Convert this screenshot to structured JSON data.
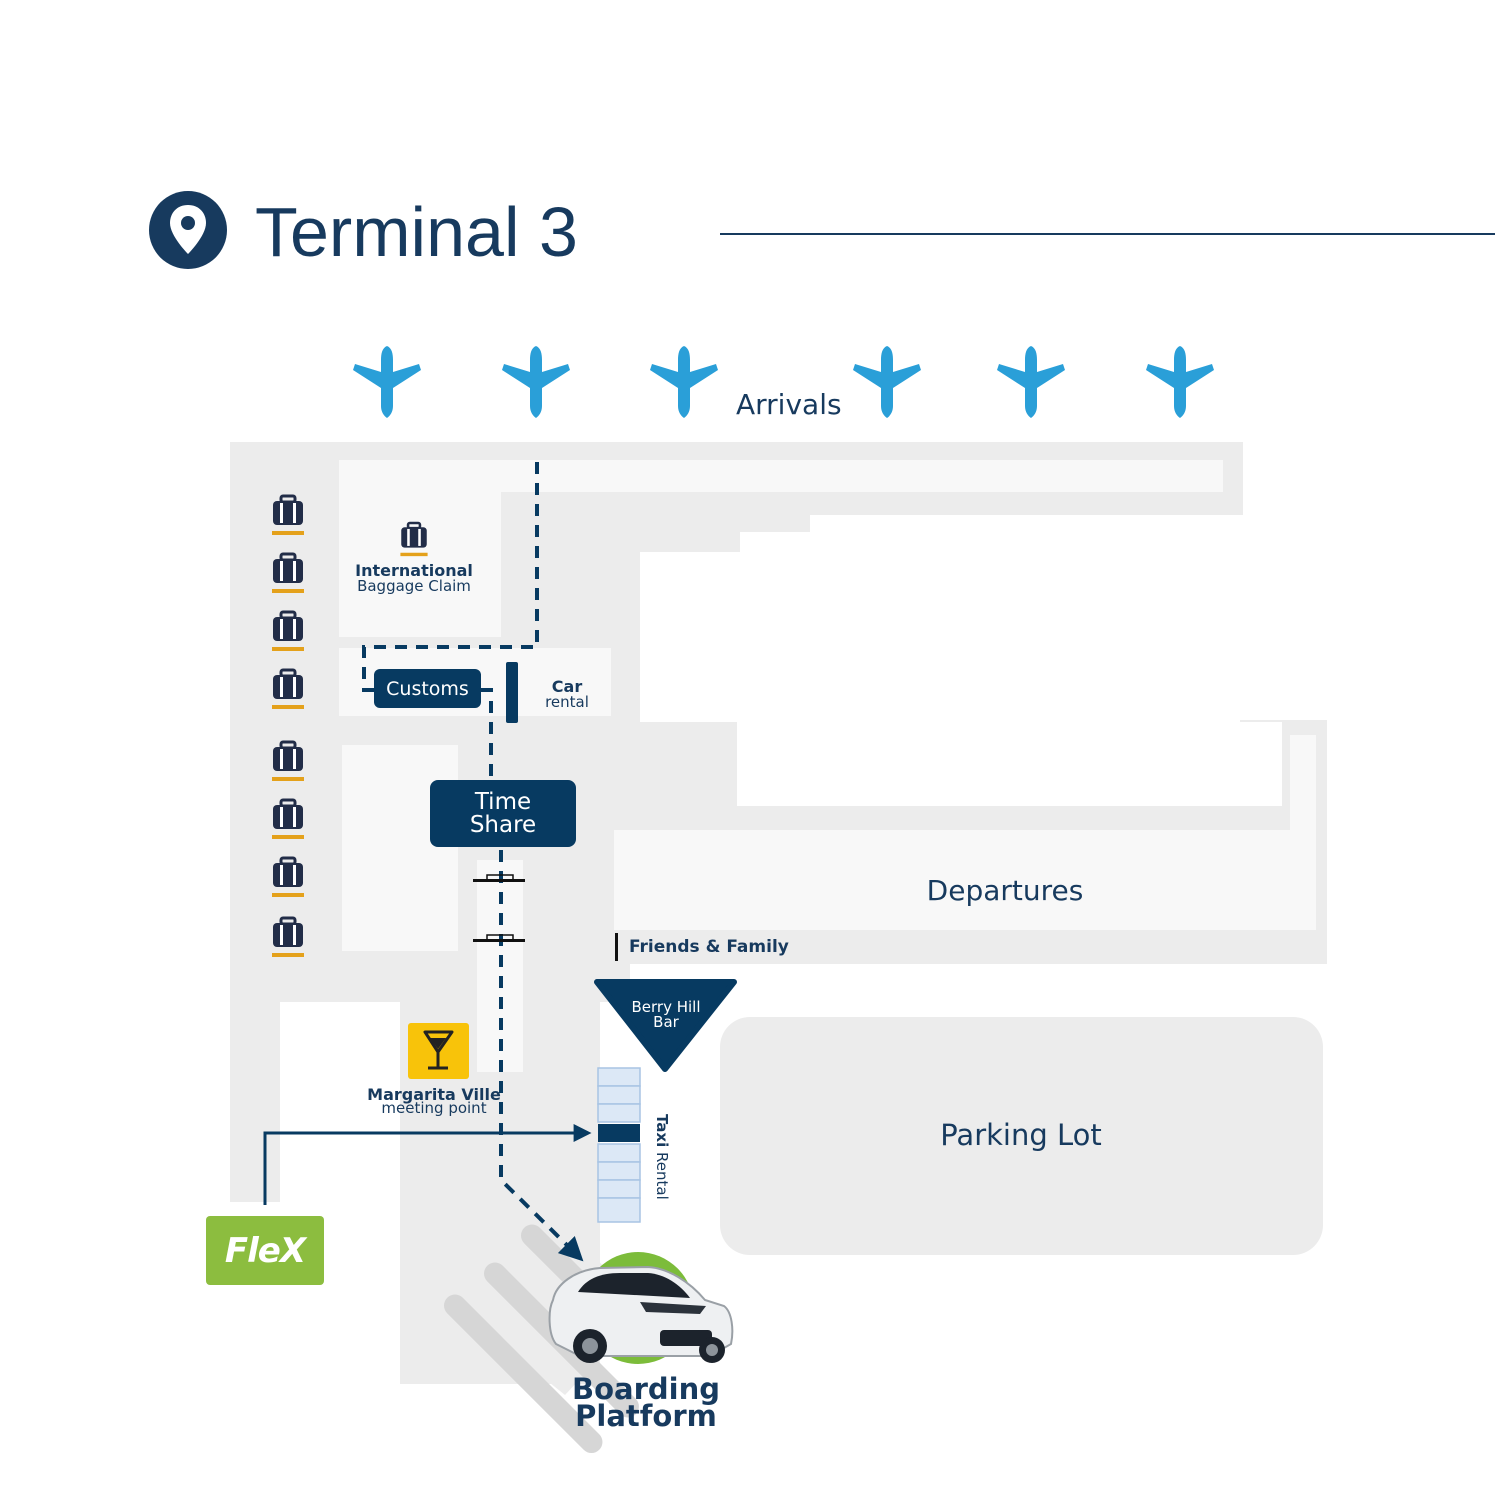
{
  "header": {
    "title": "Terminal 3",
    "pin_icon": "location-pin-icon"
  },
  "colors": {
    "navy": "#073a61",
    "text_navy": "#173a5e",
    "plane_blue": "#2a9fd8",
    "floor_gray": "#ececec",
    "luggage_gold": "#e4a11b",
    "flex_green": "#8cbd3f",
    "bar_yellow": "#f8c30a"
  },
  "areas": {
    "arrivals": "Arrivals",
    "departures": "Departures",
    "parking_lot": "Parking Lot",
    "boarding_line1": "Boarding",
    "boarding_line2": "Platform"
  },
  "facilities": {
    "intl_baggage_line1": "International",
    "intl_baggage_line2": "Baggage Claim",
    "customs": "Customs",
    "car_rental_line1": "Car",
    "car_rental_line2": "rental",
    "time_share_line1": "Time",
    "time_share_line2": "Share",
    "friends_family": "Friends & Family",
    "berry_hill_line1": "Berry Hill",
    "berry_hill_line2": "Bar",
    "margarita_line1": "Margarita Ville",
    "margarita_line2": "meeting point",
    "taxi_line1": "Taxi",
    "taxi_line2": "Rental",
    "flex_logo": "FleX"
  },
  "icons": {
    "plane": "airplane-icon",
    "luggage": "luggage-icon",
    "cocktail": "cocktail-icon",
    "car": "car-icon"
  }
}
